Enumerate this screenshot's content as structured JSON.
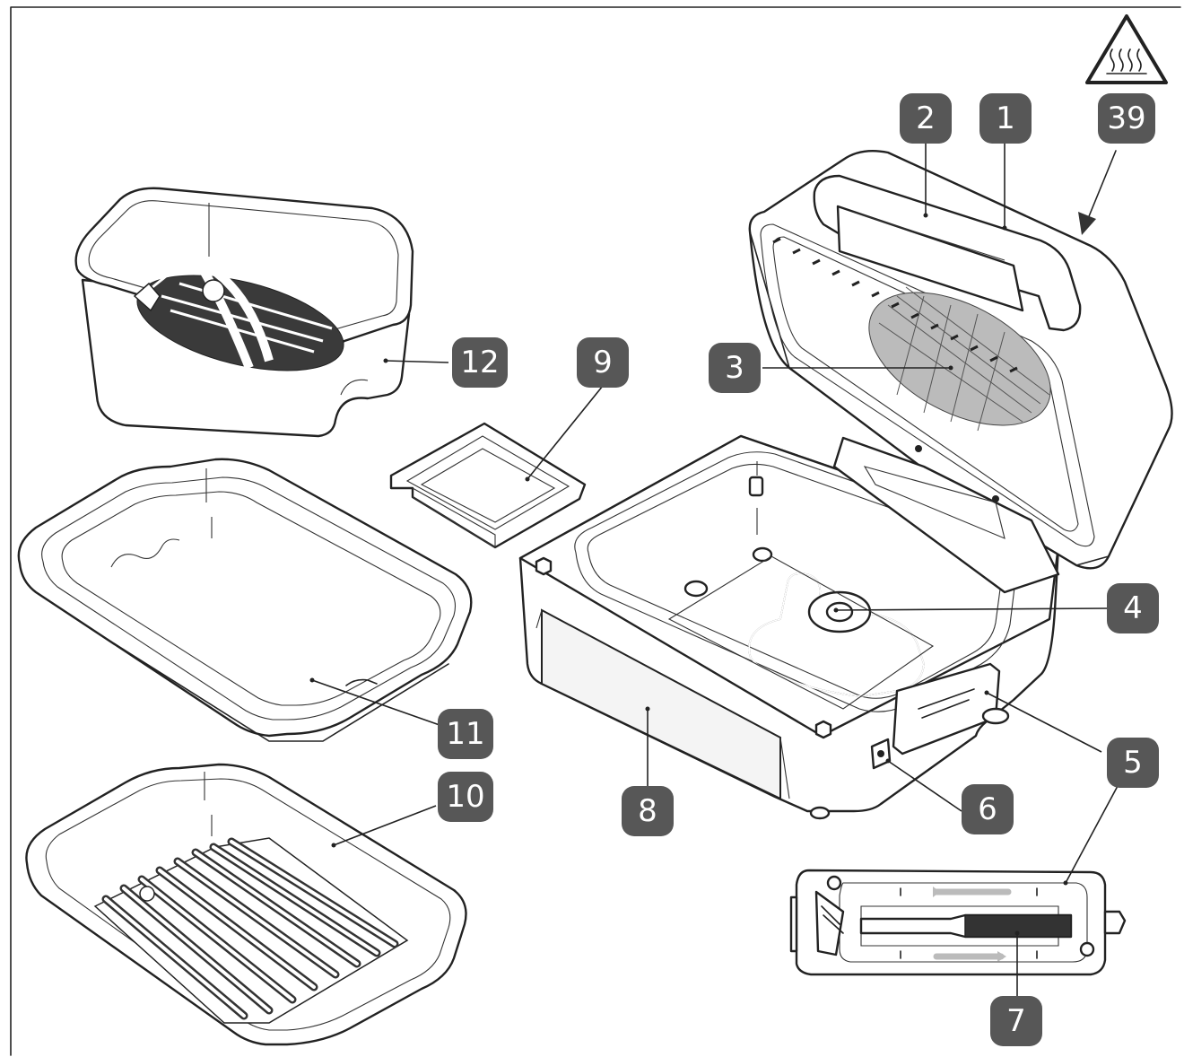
{
  "figure": {
    "warning_symbol": "hot-surface-warning-icon",
    "colors": {
      "badge": "#575757",
      "badge_text": "#ffffff",
      "line": "#222222",
      "background": "#ffffff"
    },
    "callouts": [
      {
        "id": "c1",
        "label": "1"
      },
      {
        "id": "c2",
        "label": "2"
      },
      {
        "id": "c3",
        "label": "3"
      },
      {
        "id": "c4",
        "label": "4"
      },
      {
        "id": "c5",
        "label": "5"
      },
      {
        "id": "c6",
        "label": "6"
      },
      {
        "id": "c7",
        "label": "7"
      },
      {
        "id": "c8",
        "label": "8"
      },
      {
        "id": "c9",
        "label": "9"
      },
      {
        "id": "c10",
        "label": "10"
      },
      {
        "id": "c11",
        "label": "11"
      },
      {
        "id": "c12",
        "label": "12"
      },
      {
        "id": "c39",
        "label": "39"
      }
    ]
  }
}
